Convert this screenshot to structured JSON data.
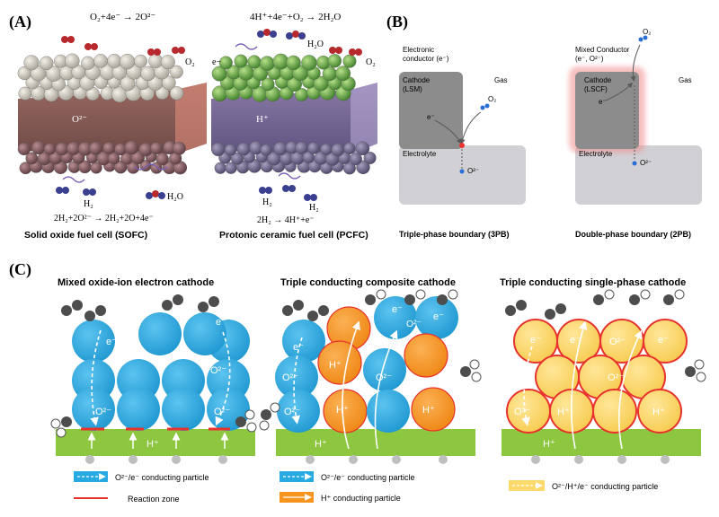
{
  "panel_a": {
    "label": "(A)",
    "sofc": {
      "top_equation": "O₂+4e⁻ → 2O²⁻",
      "o2_label": "O₂",
      "ion_label": "O²⁻",
      "h2_label": "H₂",
      "h2o_label": "H₂O",
      "bottom_equation": "2H₂+2O²⁻ → 2H₂+2O+4e⁻",
      "caption": "Solid oxide fuel cell (SOFC)"
    },
    "pcfc": {
      "top_equation": "4H⁺+4e⁻+O₂ → 2H₂O",
      "electron_label": "e−",
      "h2o_label": "H₂O",
      "o2_label": "O₂",
      "ion_label": "H⁺",
      "h2_label_1": "H₂",
      "h2_label_2": "H₂",
      "bottom_equation": "2H₂ → 4H⁺+e⁻",
      "caption": "Protonic ceramic fuel cell (PCFC)"
    }
  },
  "panel_b": {
    "label": "(B)",
    "tpb": {
      "conductor": "Electronic\nconductor (e⁻)",
      "cathode": "Cathode\n(LSM)",
      "gas": "Gas",
      "o2": "O₂",
      "electron": "e⁻",
      "electrolyte": "Electrolyte",
      "ion": "O²⁻",
      "caption": "Triple-phase boundary (3PB)"
    },
    "dpb": {
      "conductor": "Mixed Conductor\n(e⁻, O²⁻)",
      "o2": "O₂",
      "cathode": "Cathode\n(LSCF)",
      "gas": "Gas",
      "electron": "e⁻",
      "electrolyte": "Electrolyte",
      "ion": "O²⁻",
      "caption": "Double-phase boundary (2PB)"
    }
  },
  "panel_c": {
    "label": "(C)",
    "mixed": {
      "title": "Mixed oxide-ion electron cathode",
      "e": "e⁻",
      "o2": "O²⁻",
      "h": "H⁺",
      "legend_particle": "O²⁻/e⁻ conducting particle",
      "legend_zone": "Reaction zone"
    },
    "composite": {
      "title": "Triple conducting composite cathode",
      "e": "e⁻",
      "o2": "O²⁻",
      "h": "H⁺",
      "legend_particle_1": "O²⁻/e⁻ conducting particle",
      "legend_particle_2": "H⁺ conducting particle"
    },
    "single": {
      "title": "Triple conducting single-phase cathode",
      "e": "e⁻",
      "o2": "O²⁻",
      "h": "H⁺",
      "legend_particle": "O²⁻/H⁺/e⁻ conducting particle"
    }
  },
  "colors": {
    "blue_particle": "#27aae1",
    "orange_particle": "#f7941d",
    "yellow_particle": "#fdd86a",
    "reaction_zone": "#e8322d",
    "electrolyte_green": "#8dc63f",
    "cathode_grey": "#8c8c8c",
    "electrolyte_grey": "#d0d0d5",
    "gas_molecule": "#4d4d4d"
  }
}
